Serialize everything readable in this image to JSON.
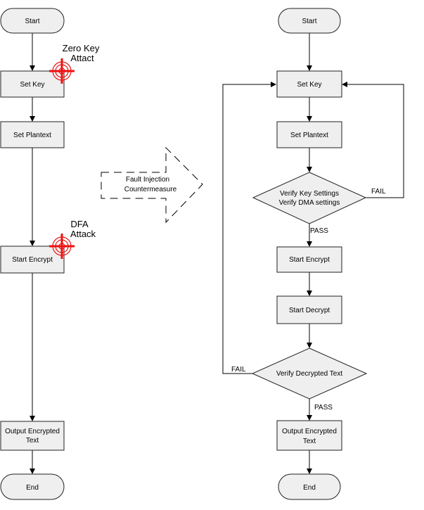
{
  "left_flow": {
    "start": "Start",
    "set_key": "Set Key",
    "set_plaintext": "Set Plantext",
    "start_encrypt": "Start Encrypt",
    "output_line1": "Output Encrypted",
    "output_line2": "Text",
    "end": "End"
  },
  "attacks": {
    "zero_key_line1": "Zero Key",
    "zero_key_line2": "Attact",
    "dfa_line1": "DFA",
    "dfa_line2": "Attack"
  },
  "countermeasure": {
    "line1": "Fault Injection",
    "line2": "Countermeasure"
  },
  "right_flow": {
    "start": "Start",
    "set_key": "Set Key",
    "set_plaintext": "Set Plantext",
    "verify_line1": "Verify Key Settings",
    "verify_line2": "Verify DMA settings",
    "fail1": "FAIL",
    "pass1": "PASS",
    "start_encrypt": "Start Encrypt",
    "start_decrypt": "Start Decrypt",
    "verify_decrypted": "Verify Decrypted Text",
    "fail2": "FAIL",
    "pass2": "PASS",
    "output_line1": "Output Encrypted",
    "output_line2": "Text",
    "end": "End"
  },
  "colors": {
    "target_marker": "#ee1111",
    "shape_fill": "#efefef"
  },
  "icons": [
    "crosshair-target-icon"
  ]
}
